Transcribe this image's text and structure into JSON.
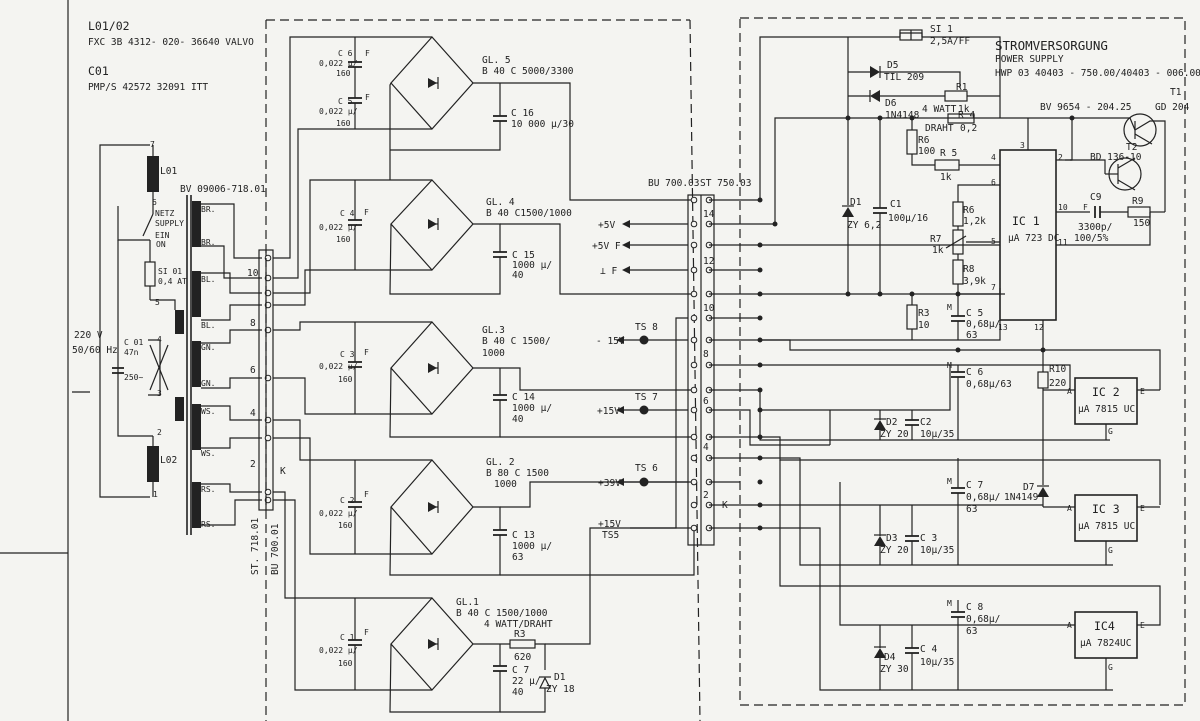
{
  "title_block": {
    "ref1": "L01/02",
    "ref1_part": "FXC 3B  4312- 020- 36640 VALVO",
    "ref2": "C01",
    "ref2_part": "PMP/S  42572  32091  ITT"
  },
  "psu": {
    "title": "STROMVERSORGUNG",
    "subtitle": "POWER  SUPPLY",
    "part_no": "HWP 03  40403 - 750.00/40403 - 006.00",
    "bv": "BV  9654 - 204.25"
  },
  "mains": {
    "voltage": "220 V",
    "freq": "50/60 Hz"
  },
  "primary": {
    "l01": "L01",
    "l02": "L02",
    "c01_name": "C 01",
    "c01_value": "47n",
    "c01_rating": "250~",
    "switch_name": "NETZ",
    "switch_sub": "SUPPLY",
    "switch_on": "EIN",
    "switch_on_en": "ON",
    "fuse_name": "SI 01",
    "fuse_value": "0,4 AT",
    "pins": [
      "7",
      "6",
      "5",
      "4",
      "3",
      "2",
      "1"
    ]
  },
  "transformer": {
    "bv": "BV 09006-718.01",
    "taps": [
      "BR.",
      "BR.",
      "BL.",
      "BL.",
      "GN.",
      "GN.",
      "WS.",
      "WS.",
      "RS.",
      "RS."
    ],
    "pins": [
      "10",
      "8",
      "6",
      "4",
      "2"
    ],
    "k": "K",
    "st": "ST. 718.01",
    "bu": "BU 700.01"
  },
  "rectifiers": [
    {
      "name": "GL. 5",
      "part": "B 40 C 5000/3300",
      "cap_in": "C 6",
      "cap_in_val": "0,022 μ/",
      "cap_in_v": "160",
      "cap2": "C 5",
      "cap2_val": "0,022 μ/",
      "cap2_v": "160",
      "elko": "C 16",
      "elko_val": "10 000 μ/30"
    },
    {
      "name": "GL. 4",
      "part": "B 40 C1500/1000",
      "cap_in": "C 4",
      "cap_in_val": "0,022 μ/",
      "cap_in_v": "160",
      "elko": "C 15",
      "elko_val": "1000 μ/",
      "elko_v": "40"
    },
    {
      "name": "GL.3",
      "part": "B 40 C 1500/",
      "part2": "1000",
      "cap_in": "C 3",
      "cap_in_val": "0,022 μ/",
      "cap_in_v": "160",
      "elko": "C 14",
      "elko_val": "1000 μ/",
      "elko_v": "40"
    },
    {
      "name": "GL. 2",
      "part": "B 80 C 1500",
      "part2": "1000",
      "cap_in": "C 2",
      "cap_in_val": "0,022 μ/",
      "cap_in_v": "160",
      "elko": "C 13",
      "elko_val": "1000 μ/",
      "elko_v": "63"
    },
    {
      "name": "GL.1",
      "part": "B 40 C 1500/1000",
      "cap_in": "C 1",
      "cap_in_val": "0,022 μ/",
      "cap_in_v": "160",
      "elko": "C 7",
      "elko_val": "22 μ/",
      "elko_v": "40"
    }
  ],
  "gl1_extra": {
    "r_label": "4 WATT/DRAHT",
    "r_name": "R3",
    "r_val": "620",
    "d_name": "D1",
    "d_val": "ZY 18"
  },
  "cap_f": "F",
  "connectors": {
    "bu": "BU 700.03",
    "st": "ST 750.03",
    "pins": [
      "14",
      "12",
      "10",
      "8",
      "6",
      "4",
      "2"
    ],
    "k": "K"
  },
  "outputs": [
    {
      "label": "+5V"
    },
    {
      "label": "+5V  F"
    },
    {
      "label": "⊥  F"
    },
    {
      "label": "- 15V",
      "tp": "TS 8"
    },
    {
      "label": "+15V",
      "tp": "TS 7"
    },
    {
      "label": "+39V",
      "tp": "TS 6"
    },
    {
      "label": "+15V",
      "label2": "TS5"
    }
  ],
  "regulator": {
    "si1": "SI 1",
    "si1_val": "2,5A/FF",
    "d5": "D5",
    "d5_val": "TIL 209",
    "d6": "D6",
    "d6_val": "1N4148",
    "r1": "R1",
    "r1_val": "1k",
    "r4_label": "4 WATT",
    "r4": "R 4",
    "r4_drah": "DRAHT",
    "r4_val": "0,2",
    "t1": "T1",
    "t1_val": "GD 204",
    "t2": "T2",
    "t2_val": "BD 136-10",
    "r6": "R6",
    "r6_val": "100",
    "r5": "R 5",
    "r5_val": "1k",
    "d1": "D1",
    "d1_val": "ZY 6,2",
    "c1": "C1",
    "c1_val": "100μ/16",
    "r6b": "R6",
    "r6b_val": "1,2k",
    "r7": "R7",
    "r7_val": "1k",
    "r8": "R8",
    "r8_val": "3,9k",
    "r3": "R3",
    "r3_val": "10",
    "c5": "C 5",
    "c5_val": "0,68μ/",
    "c5_v": "63",
    "ic1": "IC 1",
    "ic1_val": "μA 723 DC",
    "ic1_pins": [
      "3",
      "2",
      "4",
      "6",
      "10",
      "5",
      "11",
      "7",
      "13",
      "12"
    ],
    "c9": "C9",
    "c9_val": "3300p/",
    "c9_v": "100/5%",
    "r9": "R9",
    "r9_val": "150",
    "r10": "R10",
    "r10_val": "220",
    "c6": "C 6",
    "c6_val": "0,68μ/63",
    "c7": "C 7",
    "c7_val": "0,68μ/",
    "c7_v": "63",
    "c8": "C 8",
    "c8_val": "0,68μ/",
    "c8_v": "63",
    "d7": "D7",
    "d7_val": "1N4149",
    "d2": "D2",
    "d2_val": "ZY 20",
    "c2": "C2",
    "c2_val": "10μ/35",
    "d3": "D3",
    "d3_val": "ZY 20",
    "c3": "C 3",
    "c3_val": "10μ/35",
    "d4": "D4",
    "d4_val": "ZY 30",
    "c4": "C 4",
    "c4_val": "10μ/35",
    "ic2": "IC 2",
    "ic2_val": "μA 7815 UC",
    "ic3": "IC 3",
    "ic3_val": "μA 7815 UC",
    "ic4": "IC4",
    "ic4_val": "μA 7824UC",
    "pin_a": "A",
    "pin_e": "E",
    "pin_g": "G",
    "pin_m": "M",
    "pin_f": "F"
  }
}
